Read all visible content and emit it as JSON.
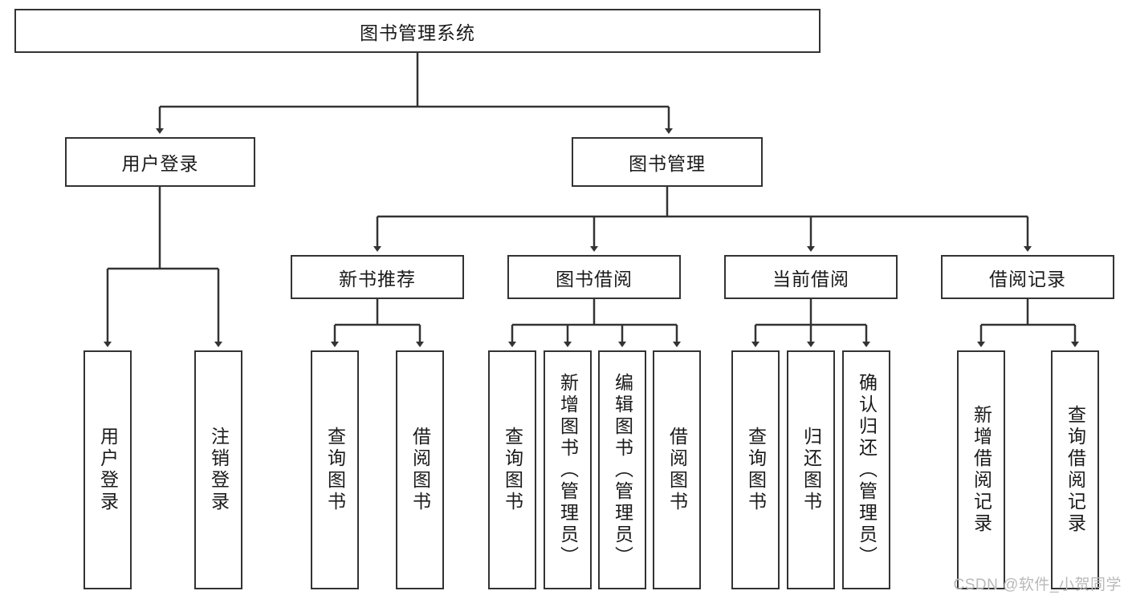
{
  "diagram": {
    "title_node": {
      "label": "图书管理系统"
    },
    "level2": [
      {
        "label": "用户登录"
      },
      {
        "label": "图书管理"
      }
    ],
    "level3": [
      {
        "label": "新书推荐"
      },
      {
        "label": "图书借阅"
      },
      {
        "label": "当前借阅"
      },
      {
        "label": "借阅记录"
      }
    ],
    "leaves": [
      {
        "label": "用户登录"
      },
      {
        "label": "注销登录"
      },
      {
        "label": "查询图书"
      },
      {
        "label": "借阅图书"
      },
      {
        "label": "查询图书"
      },
      {
        "label": "新增图书（管理员）"
      },
      {
        "label": "编辑图书（管理员）"
      },
      {
        "label": "借阅图书"
      },
      {
        "label": "查询图书"
      },
      {
        "label": "归还图书"
      },
      {
        "label": "确认归还（管理员）"
      },
      {
        "label": "新增借阅记录"
      },
      {
        "label": "查询借阅记录"
      }
    ],
    "watermark": "CSDN @软件_小贺同学",
    "colors": {
      "stroke": "#333333",
      "background": "#ffffff",
      "text": "#1a1a1a",
      "watermark": "#b9b9b9"
    }
  }
}
